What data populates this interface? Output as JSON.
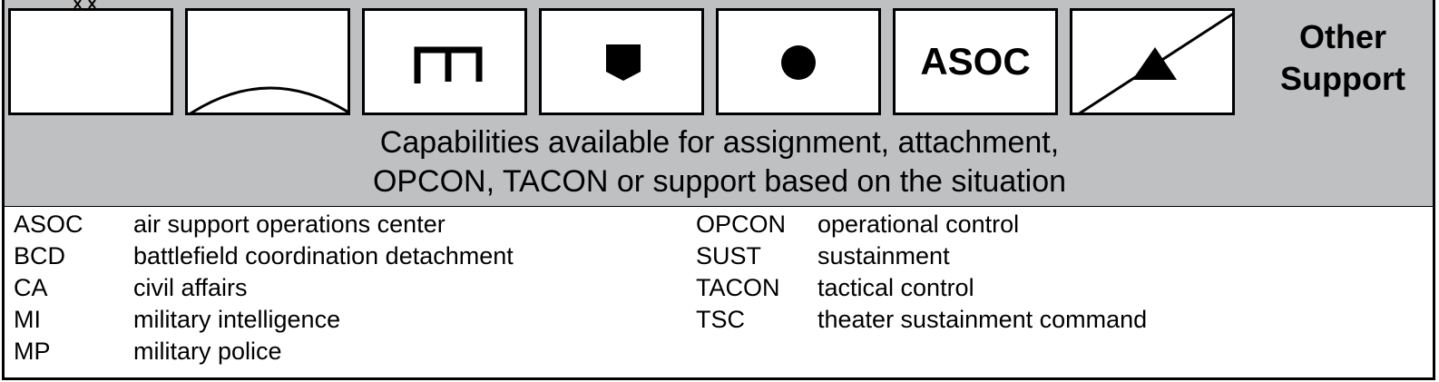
{
  "symbols": {
    "asoc_label": "ASOC",
    "other_support_line1": "Other",
    "other_support_line2": "Support"
  },
  "caption": {
    "line1": "Capabilities available for assignment, attachment,",
    "line2": "OPCON, TACON or support based on the situation"
  },
  "legend": {
    "left": [
      {
        "abbr": "ASOC",
        "def": "air support operations center"
      },
      {
        "abbr": "BCD",
        "def": "battlefield coordination detachment"
      },
      {
        "abbr": "CA",
        "def": "civil affairs"
      },
      {
        "abbr": "MI",
        "def": "military intelligence"
      },
      {
        "abbr": "MP",
        "def": "military police"
      }
    ],
    "right": [
      {
        "abbr": "OPCON",
        "def": "operational control"
      },
      {
        "abbr": "SUST",
        "def": "sustainment"
      },
      {
        "abbr": "TACON",
        "def": "tactical control"
      },
      {
        "abbr": "TSC",
        "def": "theater sustainment command"
      }
    ]
  },
  "colors": {
    "panel_gray": "#bfc0c2",
    "line": "#000000"
  }
}
